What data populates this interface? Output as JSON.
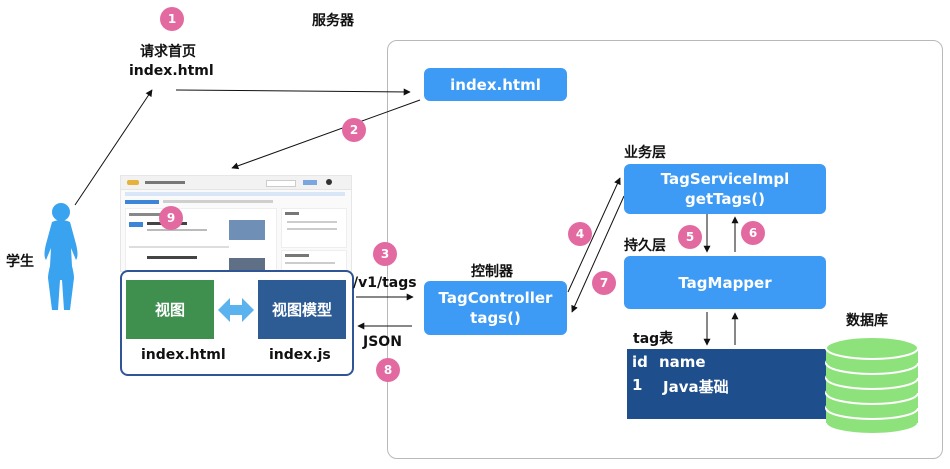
{
  "header": {
    "server_title": "服务器"
  },
  "student": {
    "label": "学生"
  },
  "request": {
    "line1": "请求首页",
    "line2": "index.html"
  },
  "server": {
    "index_box": "index.html",
    "business_layer": "业务层",
    "service": {
      "line1": "TagServiceImpl",
      "line2": "getTags()"
    },
    "persistence_layer": "持久层",
    "mapper": "TagMapper",
    "controller_label": "控制器",
    "controller": {
      "line1": "TagController",
      "line2": "tags()"
    },
    "tag_table_label": "tag表",
    "table": {
      "header": [
        "id",
        "name"
      ],
      "row": [
        "1",
        "Java基础"
      ]
    },
    "database_label": "数据库"
  },
  "client": {
    "view": "视图",
    "view_model": "视图模型",
    "view_file": "index.html",
    "view_model_file": "index.js"
  },
  "arrows": {
    "request_path": "/v1/tags",
    "response": "JSON"
  },
  "steps": [
    "1",
    "2",
    "3",
    "4",
    "5",
    "6",
    "7",
    "8",
    "9"
  ],
  "colors": {
    "blue_box": "#3d9bf5",
    "badge": "#e26aa0",
    "view_green": "#3f8f4f",
    "view_model_blue": "#2d5c95",
    "table_navy": "#1f4e8c",
    "db_green": "#8ee27c",
    "student_blue": "#3aa3f0"
  }
}
